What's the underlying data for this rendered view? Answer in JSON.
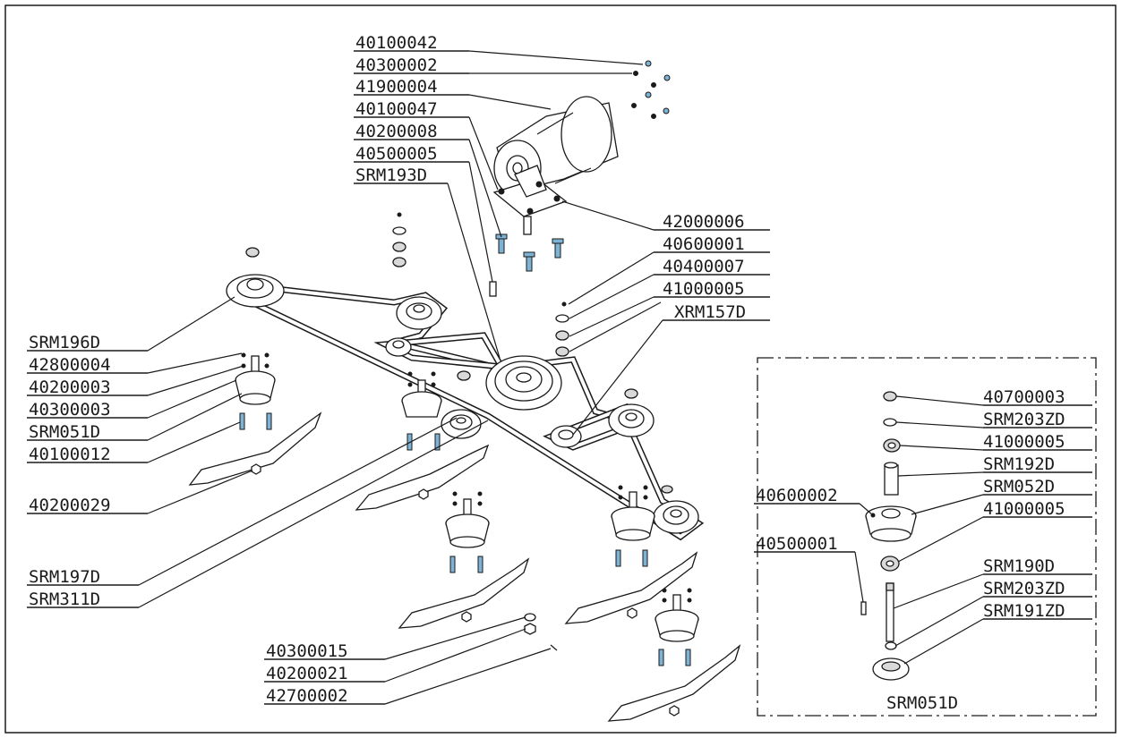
{
  "labels": [
    "40100042",
    "40300002",
    "41900004",
    "40100047",
    "40200008",
    "40500005",
    "SRM193D",
    "42000006",
    "40600001",
    "40400007",
    "41000005",
    "XRM157D",
    "SRM196D",
    "42800004",
    "40200003",
    "40300003",
    "SRM051D",
    "40100012",
    "40200029",
    "SRM197D",
    "SRM311D",
    "40300015",
    "40200021",
    "42700002",
    "40700003",
    "SRM203ZD",
    "41000005",
    "SRM192D",
    "40600002",
    "SRM052D",
    "41000005",
    "40500001",
    "SRM190D",
    "SRM203ZD",
    "SRM191ZD",
    "SRM051D"
  ]
}
